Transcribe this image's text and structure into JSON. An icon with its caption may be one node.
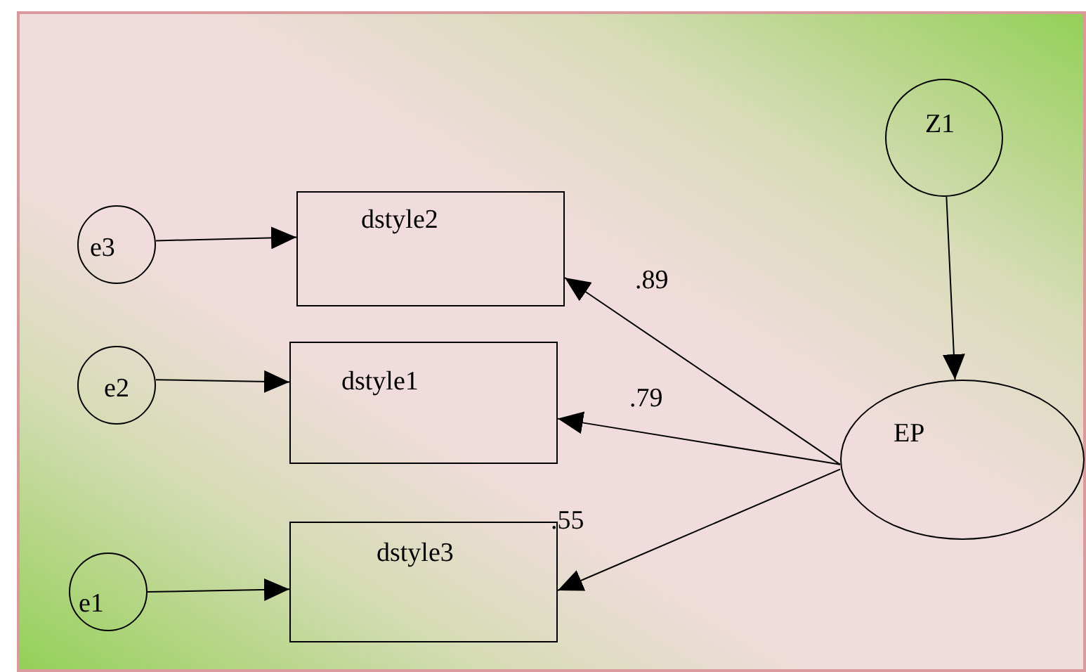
{
  "diagram": {
    "nodes": [
      {
        "text": [
          "Z1"
        ]
      },
      {
        "text": [
          "e3"
        ]
      },
      {
        "text": [
          "dstyle2"
        ]
      },
      {
        "text": [
          "e2"
        ]
      },
      {
        "text": [
          "dstyle1"
        ]
      },
      {
        "text": [
          "EP"
        ]
      },
      {
        "text": [
          "e1"
        ]
      },
      {
        "text": [
          "dstyle3"
        ]
      }
    ],
    "edges": [
      {
        "from": 0,
        "to": 5,
        "arrow": "to"
      },
      {
        "from": 1,
        "to": 2,
        "arrow": "to"
      },
      {
        "from": 3,
        "to": 4,
        "arrow": "to"
      },
      {
        "from": 6,
        "to": 7,
        "arrow": "to"
      },
      {
        "from": 5,
        "to": 2,
        "arrow": "to",
        "label": ".89"
      },
      {
        "from": 5,
        "to": 4,
        "arrow": "to",
        "label": ".79"
      },
      {
        "from": 5,
        "to": 7,
        "arrow": "to",
        "label": ".55"
      }
    ]
  }
}
